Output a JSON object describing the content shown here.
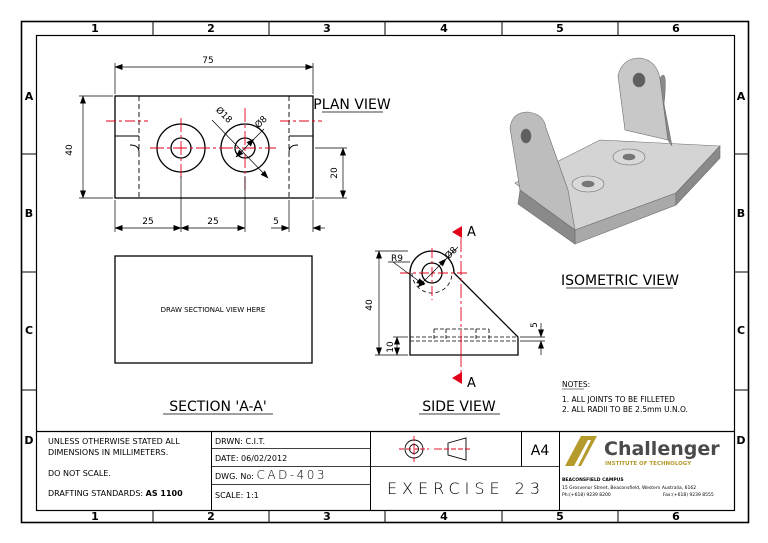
{
  "border": {
    "columns": [
      "1",
      "2",
      "3",
      "4",
      "5",
      "6"
    ],
    "rows": [
      "A",
      "B",
      "C",
      "D"
    ]
  },
  "plan_view": {
    "title": "PLAN VIEW",
    "dim_overall_width": "75",
    "dim_height": "40",
    "dim_hole_large": "Ø18",
    "dim_hole_small": "Ø8",
    "dim_left": "25",
    "dim_middle": "25",
    "dim_right": "5",
    "dim_slot_height": "20"
  },
  "section": {
    "placeholder_text": "DRAW SECTIONAL VIEW HERE",
    "title": "SECTION 'A-A'"
  },
  "side_view": {
    "title": "SIDE VIEW",
    "dim_radius": "R9",
    "dim_hole": "Ø8",
    "dim_height": "40",
    "dim_base": "10",
    "dim_step": "5",
    "cut_label_top": "A",
    "cut_label_bottom": "A"
  },
  "isometric": {
    "title": "ISOMETRIC VIEW",
    "colors": {
      "light": "#d4d4d4",
      "mid": "#a9a9a9",
      "dark": "#7c7c7c"
    }
  },
  "notes": {
    "heading": "NOTES:",
    "items": [
      "1.   ALL JOINTS TO BE FILLETED",
      "2.   ALL RADII TO BE 2.5mm U.N.O."
    ]
  },
  "title_block": {
    "general_notes": [
      "UNLESS OTHERWISE STATED ALL",
      "DIMENSIONS IN MILLIMETERS."
    ],
    "do_not_scale": "DO NOT SCALE.",
    "standards_label": "DRAFTING STANDARDS: ",
    "standards_value": "AS 1100",
    "drawn": "DRWN: C.I.T.",
    "date": "DATE: 06/02/2012",
    "dwg_label": "DWG. No: ",
    "dwg_value": "CAD-403",
    "scale": "SCALE: 1:1",
    "sheet_size": "A4",
    "exercise": "EXERCISE 23",
    "projection_symbol": "third-angle-projection-icon"
  },
  "logo": {
    "name": "Challenger",
    "subtitle": "INSTITUTE OF TECHNOLOGY",
    "campus": "BEACONSFIELD CAMPUS",
    "address": "15 Grosvenor Street, Beaconsfield, Western Australia, 6162",
    "phone": "Ph:(+618) 9239 8200",
    "fax": "Fax:(+618) 9239 8555",
    "brand_color": "#b59a2c",
    "brand_color_dark": "#4a4a4a"
  }
}
